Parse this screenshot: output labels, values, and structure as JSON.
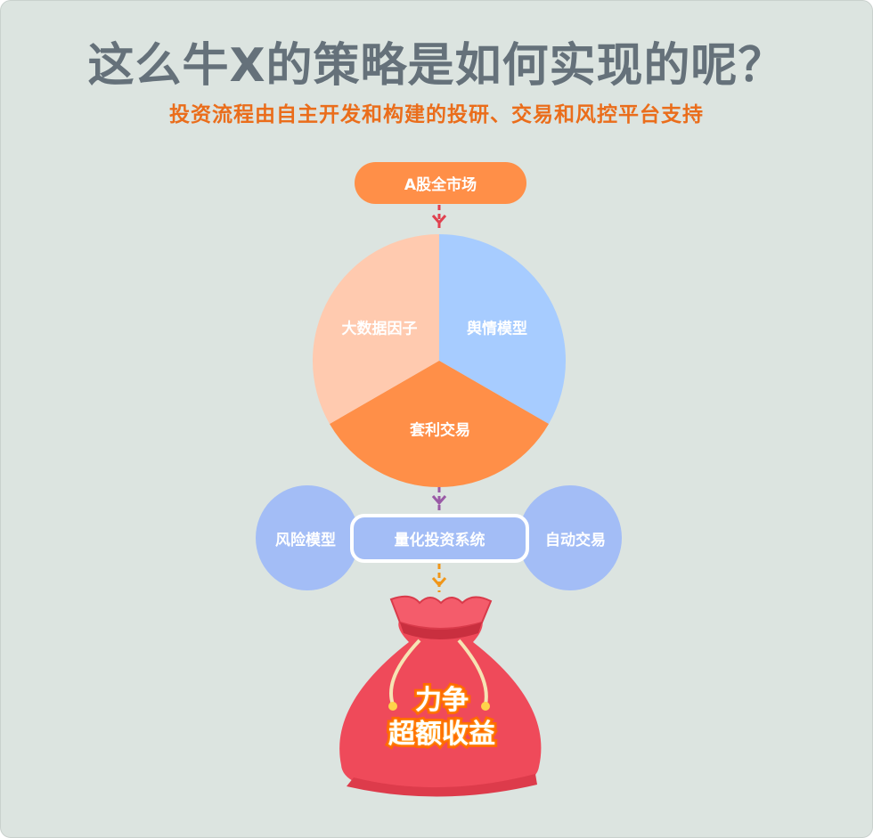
{
  "header": {
    "title": "这么牛X的策略是如何实现的呢？",
    "subtitle": "投资流程由自主开发和构建的投研、交易和风控平台支持"
  },
  "market": {
    "label": "A股全市场"
  },
  "pie": {
    "slices": [
      {
        "label": "舆情模型",
        "color": "#a7ccff"
      },
      {
        "label": "套利交易",
        "color": "#ff8f48"
      },
      {
        "label": "大数据因子",
        "color": "#ffcaaf"
      }
    ]
  },
  "system": {
    "label": "量化投资系统",
    "left": "风险模型",
    "right": "自动交易",
    "color": "#a3bdf6"
  },
  "bag": {
    "line1": "力争",
    "line2": "超额收益",
    "color": "#ef4a5a"
  },
  "colors": {
    "arrow_red": "#e0414f",
    "arrow_purple": "#9a5aa6",
    "arrow_orange": "#f0961a"
  }
}
